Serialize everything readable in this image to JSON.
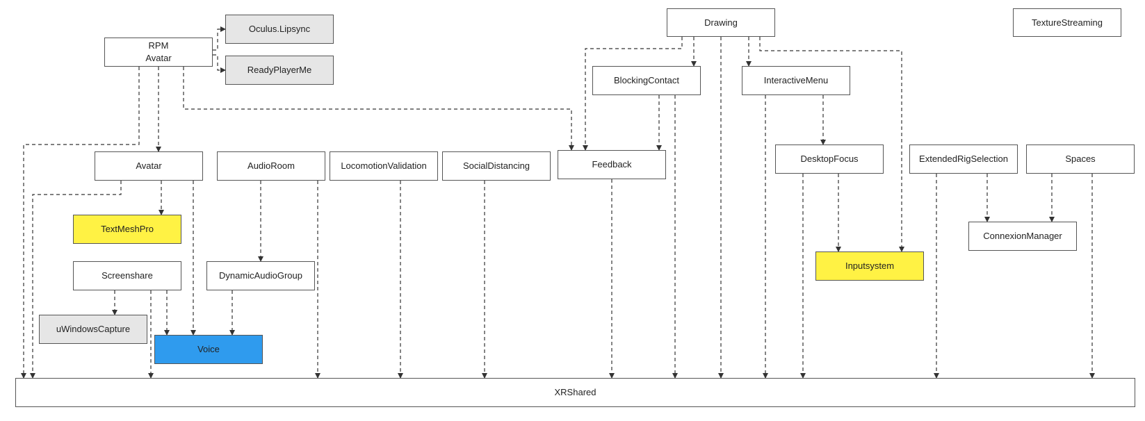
{
  "colors": {
    "default": "#ffffff",
    "gray": "#e6e6e6",
    "yellow": "#fff244",
    "blue": "#2f9bee",
    "border": "#555555",
    "edge": "#333333"
  },
  "nodes": [
    {
      "id": "rpm-avatar",
      "label": "RPM\nAvatar",
      "fill": "default"
    },
    {
      "id": "oculus-lipsync",
      "label": "Oculus.Lipsync",
      "fill": "gray"
    },
    {
      "id": "readyplayerme",
      "label": "ReadyPlayerMe",
      "fill": "gray"
    },
    {
      "id": "drawing",
      "label": "Drawing",
      "fill": "default"
    },
    {
      "id": "texturestreaming",
      "label": "TextureStreaming",
      "fill": "default"
    },
    {
      "id": "blockingcontact",
      "label": "BlockingContact",
      "fill": "default"
    },
    {
      "id": "interactivemenu",
      "label": "InteractiveMenu",
      "fill": "default"
    },
    {
      "id": "avatar",
      "label": "Avatar",
      "fill": "default"
    },
    {
      "id": "audioroom",
      "label": "AudioRoom",
      "fill": "default"
    },
    {
      "id": "locomotionvalidation",
      "label": "LocomotionValidation",
      "fill": "default"
    },
    {
      "id": "socialdistancing",
      "label": "SocialDistancing",
      "fill": "default"
    },
    {
      "id": "feedback",
      "label": "Feedback",
      "fill": "default"
    },
    {
      "id": "desktopfocus",
      "label": "DesktopFocus",
      "fill": "default"
    },
    {
      "id": "extendedrigselection",
      "label": "ExtendedRigSelection",
      "fill": "default"
    },
    {
      "id": "spaces",
      "label": "Spaces",
      "fill": "default"
    },
    {
      "id": "textmeshpro",
      "label": "TextMeshPro",
      "fill": "yellow"
    },
    {
      "id": "connexionmanager",
      "label": "ConnexionManager",
      "fill": "default"
    },
    {
      "id": "screenshare",
      "label": "Screenshare",
      "fill": "default"
    },
    {
      "id": "dynamicaudiogroup",
      "label": "DynamicAudioGroup",
      "fill": "default"
    },
    {
      "id": "inputsystem",
      "label": "Inputsystem",
      "fill": "yellow"
    },
    {
      "id": "uwindowscapture",
      "label": "uWindowsCapture",
      "fill": "gray"
    },
    {
      "id": "voice",
      "label": "Voice",
      "fill": "blue"
    },
    {
      "id": "xrshared",
      "label": "XRShared",
      "fill": "default"
    }
  ],
  "edges": [
    [
      "rpm-avatar",
      "oculus-lipsync"
    ],
    [
      "rpm-avatar",
      "readyplayerme"
    ],
    [
      "rpm-avatar",
      "avatar"
    ],
    [
      "rpm-avatar",
      "feedback"
    ],
    [
      "rpm-avatar",
      "xrshared"
    ],
    [
      "drawing",
      "blockingcontact"
    ],
    [
      "drawing",
      "interactivemenu"
    ],
    [
      "drawing",
      "feedback"
    ],
    [
      "drawing",
      "inputsystem"
    ],
    [
      "drawing",
      "xrshared"
    ],
    [
      "blockingcontact",
      "feedback"
    ],
    [
      "blockingcontact",
      "xrshared"
    ],
    [
      "interactivemenu",
      "desktopfocus"
    ],
    [
      "interactivemenu",
      "xrshared"
    ],
    [
      "avatar",
      "textmeshpro"
    ],
    [
      "avatar",
      "voice"
    ],
    [
      "avatar",
      "xrshared"
    ],
    [
      "audioroom",
      "dynamicaudiogroup"
    ],
    [
      "audioroom",
      "xrshared"
    ],
    [
      "locomotionvalidation",
      "xrshared"
    ],
    [
      "socialdistancing",
      "xrshared"
    ],
    [
      "feedback",
      "xrshared"
    ],
    [
      "desktopfocus",
      "inputsystem"
    ],
    [
      "desktopfocus",
      "xrshared"
    ],
    [
      "extendedrigselection",
      "connexionmanager"
    ],
    [
      "extendedrigselection",
      "xrshared"
    ],
    [
      "spaces",
      "connexionmanager"
    ],
    [
      "spaces",
      "xrshared"
    ],
    [
      "screenshare",
      "uwindowscapture"
    ],
    [
      "screenshare",
      "voice"
    ],
    [
      "screenshare",
      "xrshared"
    ],
    [
      "dynamicaudiogroup",
      "voice"
    ]
  ]
}
